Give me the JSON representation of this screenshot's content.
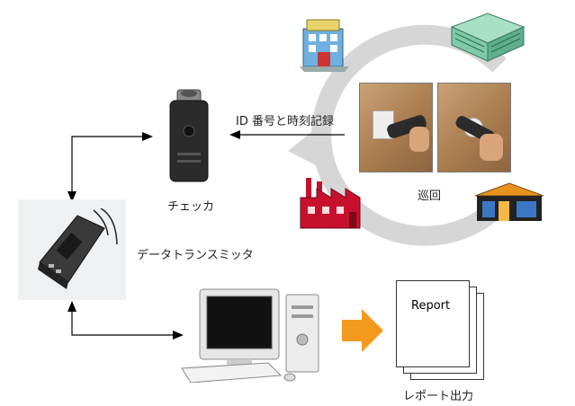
{
  "labels": {
    "id_record": "ID 番号と時刻記録",
    "checker": "チェッカ",
    "patrol": "巡回",
    "data_transmitter": "データトランスミッタ",
    "report_output": "レポート出力",
    "report_page_title": "Report"
  },
  "colors": {
    "cycle_arrow": "#d6d6d6",
    "output_arrow": "#f39a1e",
    "factory_red": "#c8102e",
    "building_teal": "#7fc8a9",
    "device_dark": "#2b2b2b"
  },
  "icons": [
    "hotel-building-icon",
    "office-building-icon",
    "factory-icon",
    "warehouse-icon"
  ]
}
